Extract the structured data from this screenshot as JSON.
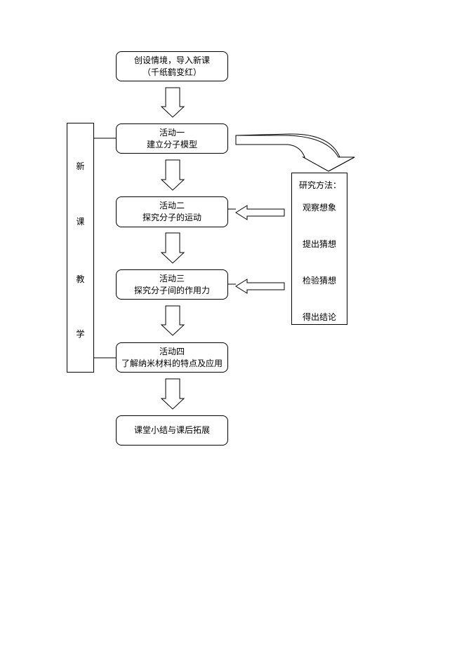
{
  "flow": {
    "intro": {
      "line1": "创设情境，导入新课",
      "line2": "（千纸鹤变红）"
    },
    "activity1": {
      "line1": "活动一",
      "line2": "建立分子模型"
    },
    "activity2": {
      "line1": "活动二",
      "line2": "探究分子的运动"
    },
    "activity3": {
      "line1": "活动三",
      "line2": "探究分子间的作用力"
    },
    "activity4": {
      "line1": "活动四",
      "line2": "了解纳米材料的特点及应用"
    },
    "summary": {
      "line1": "课堂小结与课后拓展"
    }
  },
  "side_label": {
    "chars": [
      "新",
      "课",
      "教",
      "学"
    ]
  },
  "method": {
    "title": "研究方法：",
    "steps": [
      "观察想象",
      "提出猜想",
      "检验猜想",
      "得出结论"
    ]
  }
}
